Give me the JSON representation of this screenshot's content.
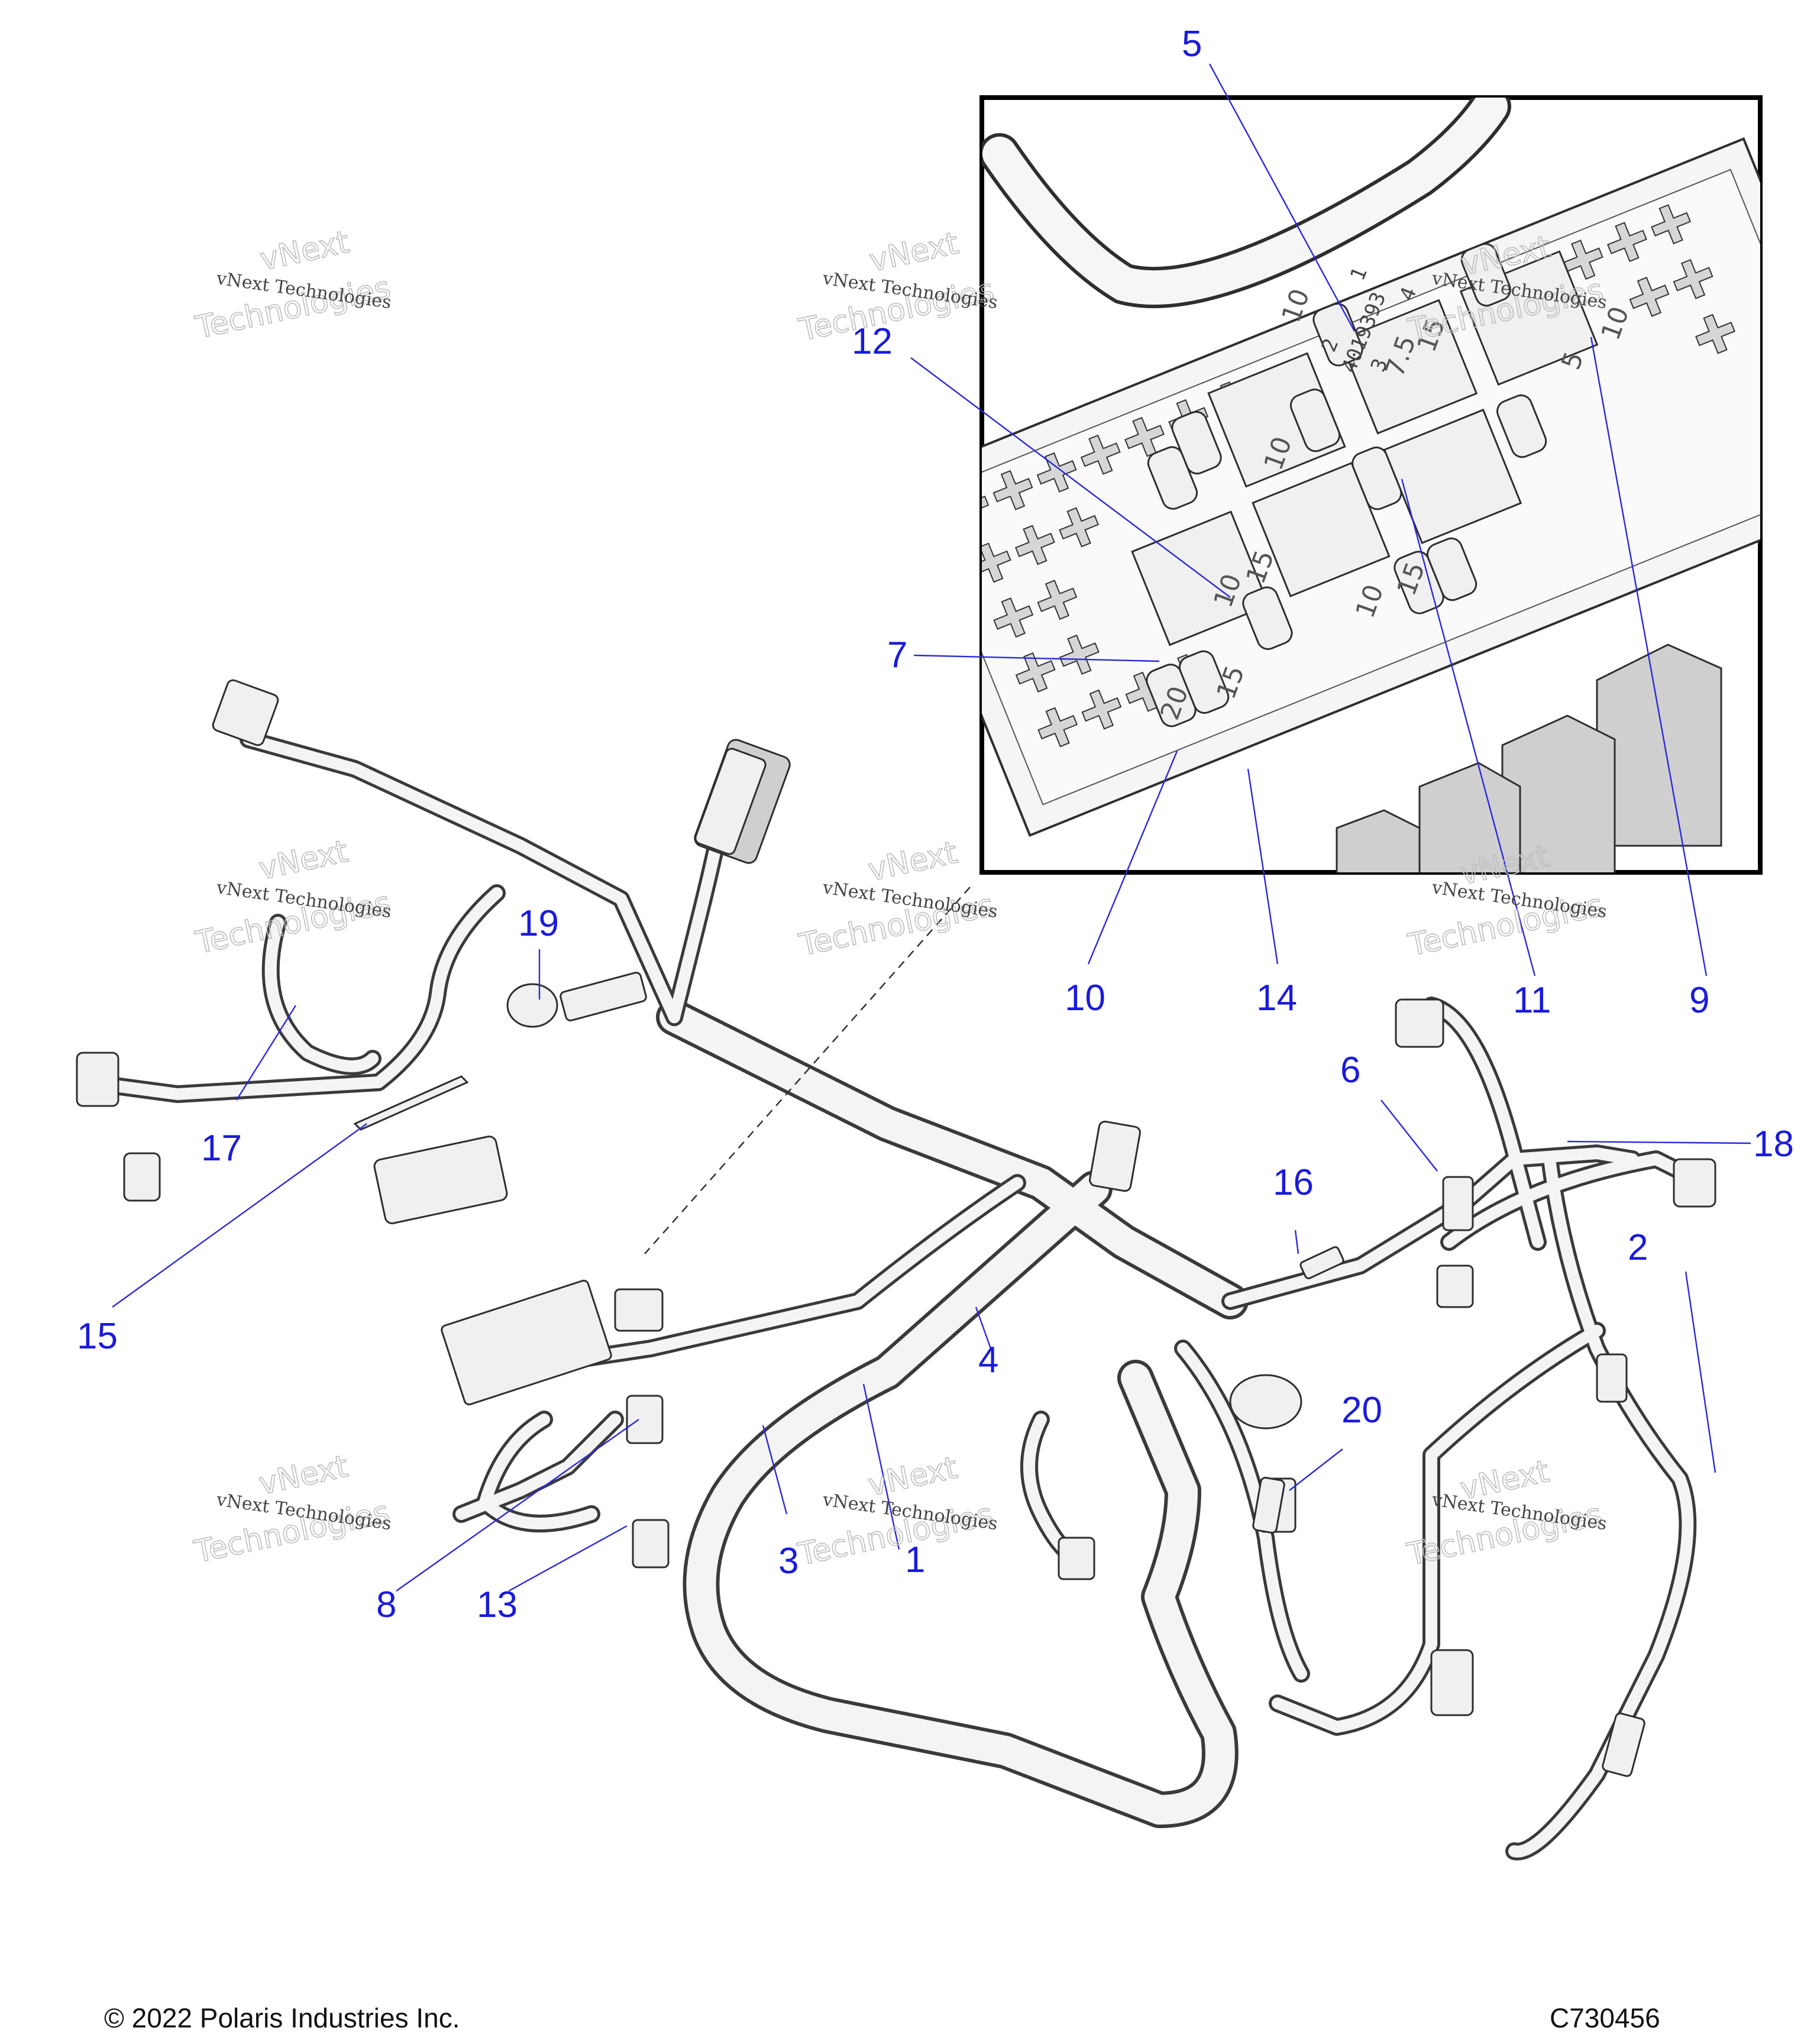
{
  "callouts": [
    {
      "id": "c1",
      "label": "1"
    },
    {
      "id": "c2",
      "label": "2"
    },
    {
      "id": "c3",
      "label": "3"
    },
    {
      "id": "c4",
      "label": "4"
    },
    {
      "id": "c5",
      "label": "5"
    },
    {
      "id": "c6",
      "label": "6"
    },
    {
      "id": "c7",
      "label": "7"
    },
    {
      "id": "c8",
      "label": "8"
    },
    {
      "id": "c9",
      "label": "9"
    },
    {
      "id": "c10",
      "label": "10"
    },
    {
      "id": "c11",
      "label": "11"
    },
    {
      "id": "c12",
      "label": "12"
    },
    {
      "id": "c13",
      "label": "13"
    },
    {
      "id": "c14",
      "label": "14"
    },
    {
      "id": "c15",
      "label": "15"
    },
    {
      "id": "c16",
      "label": "16"
    },
    {
      "id": "c17",
      "label": "17"
    },
    {
      "id": "c18",
      "label": "18"
    },
    {
      "id": "c19",
      "label": "19"
    },
    {
      "id": "c20",
      "label": "20"
    }
  ],
  "watermark": {
    "small": "vNext Technologies",
    "large_top": "vNext",
    "large_bottom": "Technologies"
  },
  "inset": {
    "relay_numbers": [
      "2",
      "1",
      "4019393",
      "3",
      "4"
    ],
    "fuse_ratings": [
      "10",
      "10",
      "5",
      "10",
      "15",
      "7.5",
      "10",
      "15",
      "10",
      "15",
      "20",
      "15"
    ]
  },
  "footer": {
    "copyright": "© 2022 Polaris Industries Inc.",
    "code": "C730456"
  },
  "colors": {
    "callout": "#1a1adc",
    "line": "#2e2e2e",
    "part_fill": "#f0f0f0"
  }
}
